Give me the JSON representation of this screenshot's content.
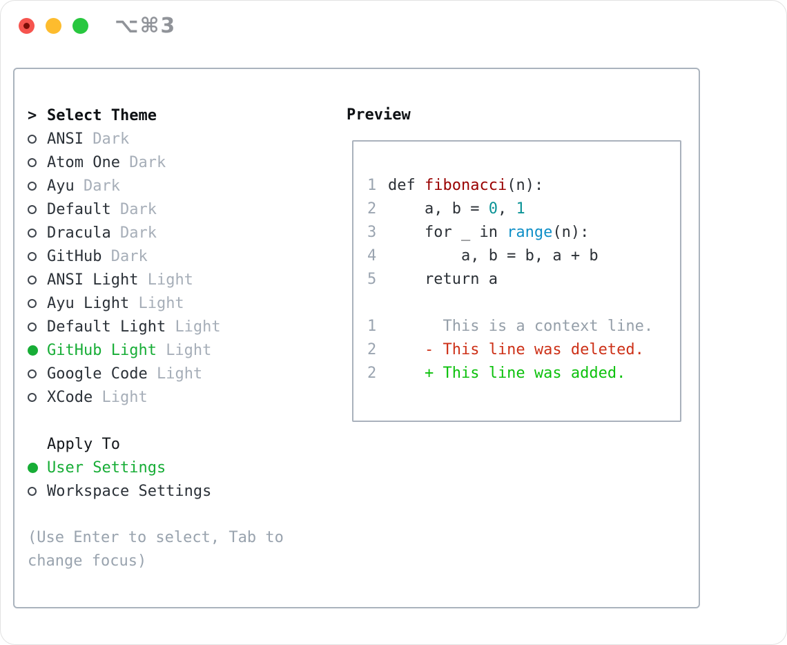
{
  "titlebar": {
    "title": "⌥⌘3",
    "buttons": [
      {
        "name": "close",
        "color": "#f6544e"
      },
      {
        "name": "minimize",
        "color": "#fdbc2e"
      },
      {
        "name": "zoom",
        "color": "#28c73f"
      }
    ]
  },
  "colors": {
    "accent_green": "#17ad36",
    "panel_border": "#aab3bd",
    "muted_text": "#a6aeb8",
    "hint_text": "#99a3ae"
  },
  "theme_list": {
    "header": "Select Theme",
    "header_marker": ">",
    "items": [
      {
        "name": "ANSI",
        "variant": "Dark",
        "selected": false
      },
      {
        "name": "Atom One",
        "variant": "Dark",
        "selected": false
      },
      {
        "name": "Ayu",
        "variant": "Dark",
        "selected": false
      },
      {
        "name": "Default",
        "variant": "Dark",
        "selected": false
      },
      {
        "name": "Dracula",
        "variant": "Dark",
        "selected": false
      },
      {
        "name": "GitHub",
        "variant": "Dark",
        "selected": false
      },
      {
        "name": "ANSI Light",
        "variant": "Light",
        "selected": false
      },
      {
        "name": "Ayu Light",
        "variant": "Light",
        "selected": false
      },
      {
        "name": "Default Light",
        "variant": "Light",
        "selected": false
      },
      {
        "name": "GitHub Light",
        "variant": "Light",
        "selected": true
      },
      {
        "name": "Google Code",
        "variant": "Light",
        "selected": false
      },
      {
        "name": "XCode",
        "variant": "Light",
        "selected": false
      }
    ]
  },
  "apply_to": {
    "header": "Apply To",
    "options": [
      {
        "label": "User Settings",
        "selected": true
      },
      {
        "label": "Workspace Settings",
        "selected": false
      }
    ]
  },
  "hint": "(Use Enter to select, Tab to change focus)",
  "preview": {
    "header": "Preview",
    "palette": {
      "default": "#2b3036",
      "fn": "#990000",
      "num": "#0a9396",
      "builtin": "#0f8fc7",
      "ctx": "#959fa9",
      "del": "#cd3118",
      "add": "#0cc10c"
    },
    "code_lines": [
      {
        "num": "1",
        "tokens": [
          {
            "t": "def ",
            "c": "default"
          },
          {
            "t": "fibonacci",
            "c": "fn"
          },
          {
            "t": "(n):",
            "c": "default"
          }
        ]
      },
      {
        "num": "2",
        "tokens": [
          {
            "t": "    a, b = ",
            "c": "default"
          },
          {
            "t": "0",
            "c": "num"
          },
          {
            "t": ", ",
            "c": "default"
          },
          {
            "t": "1",
            "c": "num"
          }
        ]
      },
      {
        "num": "3",
        "tokens": [
          {
            "t": "    for _ in ",
            "c": "default"
          },
          {
            "t": "range",
            "c": "builtin"
          },
          {
            "t": "(n):",
            "c": "default"
          }
        ]
      },
      {
        "num": "4",
        "tokens": [
          {
            "t": "        a, b = b, a + b",
            "c": "default"
          }
        ]
      },
      {
        "num": "5",
        "tokens": [
          {
            "t": "    return a",
            "c": "default"
          }
        ]
      },
      {
        "num": "",
        "tokens": []
      },
      {
        "num": "1",
        "tokens": [
          {
            "t": "      This is a context line.",
            "c": "ctx"
          }
        ]
      },
      {
        "num": "2",
        "tokens": [
          {
            "t": "    - This line was deleted.",
            "c": "del"
          }
        ]
      },
      {
        "num": "2",
        "tokens": [
          {
            "t": "    + This line was added.",
            "c": "add"
          }
        ]
      }
    ]
  }
}
